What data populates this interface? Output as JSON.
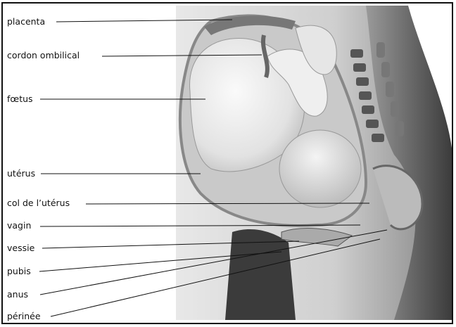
{
  "labels": {
    "placenta": "placenta",
    "cordon": "cordon ombilical",
    "foetus": "fœtus",
    "uterus": "utérus",
    "col": "col de l’utérus",
    "vagin": "vagin",
    "vessie": "vessie",
    "pubis": "pubis",
    "anus": "anus",
    "perinee": "périnée"
  },
  "colors": {
    "background": "#ffffff",
    "line": "#111111",
    "skin_dark": "#4a4a4a",
    "skin_light": "#d8d8d8"
  }
}
